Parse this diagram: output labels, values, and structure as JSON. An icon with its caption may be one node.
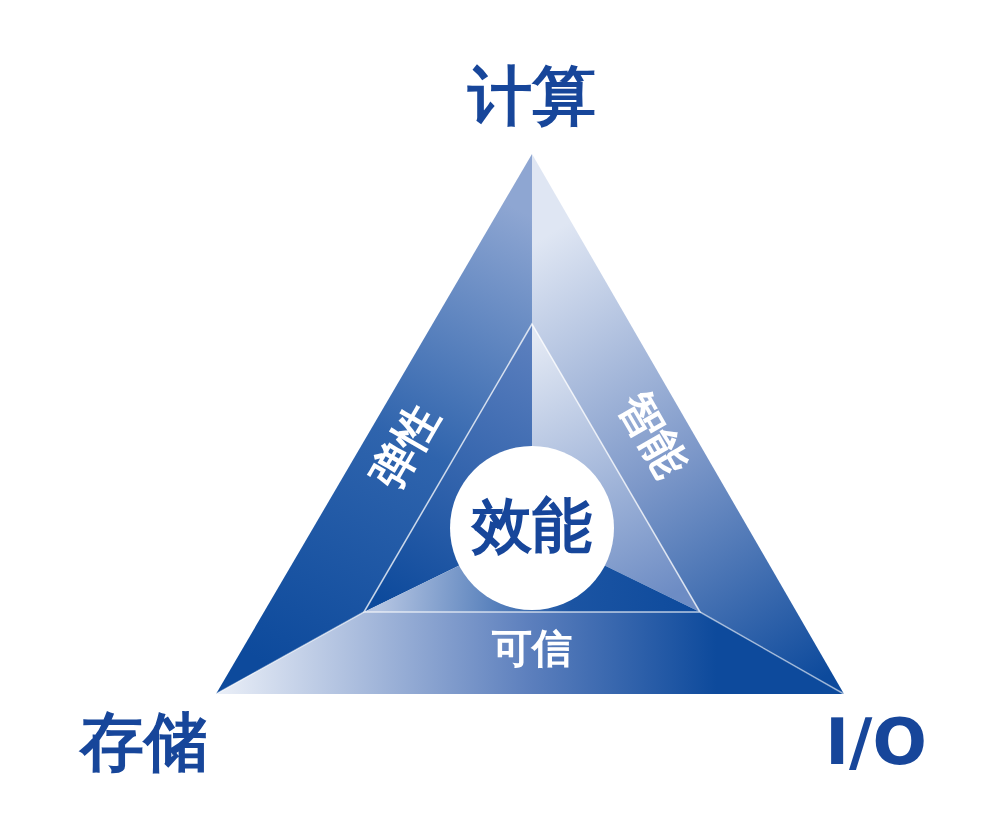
{
  "diagram": {
    "nodes": [
      {
        "text": [
          "弹性"
        ]
      },
      {
        "text": [
          "智能"
        ]
      },
      {
        "text": [
          "可信"
        ]
      },
      {
        "text": [
          "效能"
        ]
      }
    ],
    "labels": [
      "计算",
      "存储",
      "I/O"
    ]
  }
}
